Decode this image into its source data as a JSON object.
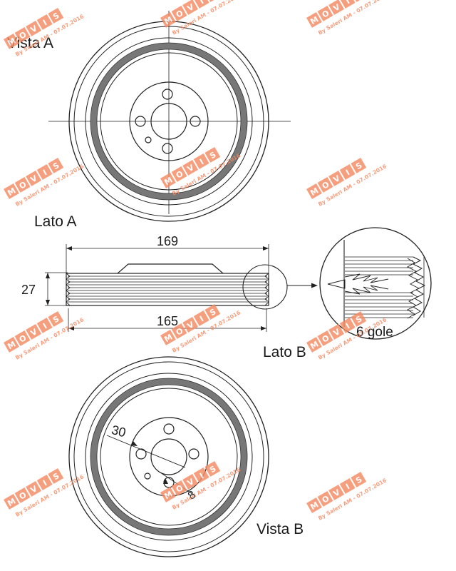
{
  "labels": {
    "view_a": "Vista A",
    "view_b": "Vista B",
    "side_a": "Lato A",
    "side_b": "Lato B",
    "grooves": "6 gole"
  },
  "dimensions": {
    "outer_diameter": "169",
    "belt_diameter": "165",
    "width": "27",
    "bolt_circle": "30",
    "hole": "8"
  },
  "watermark": {
    "brand": "MOVIS",
    "letters": [
      "M",
      "O",
      "V",
      "I",
      "S"
    ],
    "credit": "By Saleri AM - 07.07.2016",
    "color": "#f58a63"
  }
}
